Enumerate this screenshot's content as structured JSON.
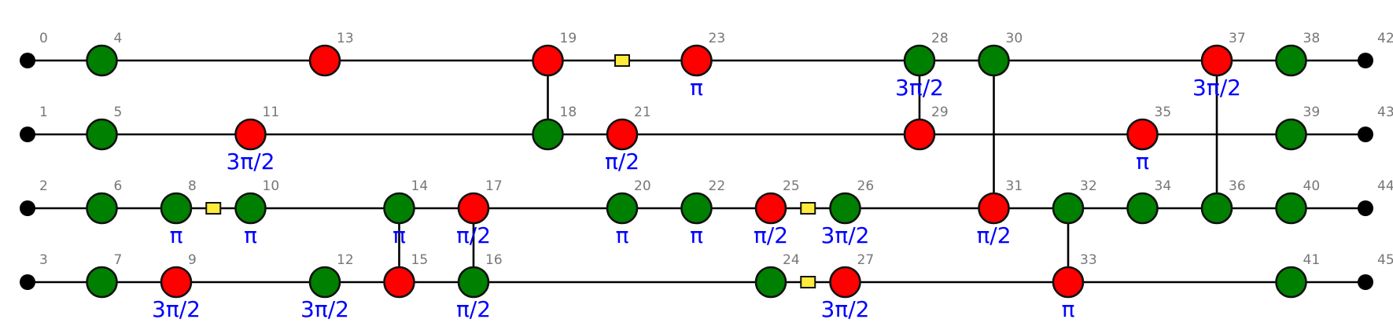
{
  "diagram": {
    "colors": {
      "z_spider": "#008000",
      "x_spider": "#ff0000",
      "h_box": "#ffeb3b",
      "phase_text": "#0000ff",
      "index_text": "#777777",
      "wire": "#000000"
    },
    "qubits": 4,
    "nodes": [
      {
        "id": 0,
        "type": "boundary",
        "qubit": 0,
        "row": 0,
        "label": "0",
        "phase": ""
      },
      {
        "id": 1,
        "type": "boundary",
        "qubit": 1,
        "row": 0,
        "label": "1",
        "phase": ""
      },
      {
        "id": 2,
        "type": "boundary",
        "qubit": 2,
        "row": 0,
        "label": "2",
        "phase": ""
      },
      {
        "id": 3,
        "type": "boundary",
        "qubit": 3,
        "row": 0,
        "label": "3",
        "phase": ""
      },
      {
        "id": 4,
        "type": "Z",
        "qubit": 0,
        "row": 1,
        "label": "4",
        "phase": ""
      },
      {
        "id": 5,
        "type": "Z",
        "qubit": 1,
        "row": 1,
        "label": "5",
        "phase": ""
      },
      {
        "id": 6,
        "type": "Z",
        "qubit": 2,
        "row": 1,
        "label": "6",
        "phase": ""
      },
      {
        "id": 7,
        "type": "Z",
        "qubit": 3,
        "row": 1,
        "label": "7",
        "phase": ""
      },
      {
        "id": 8,
        "type": "Z",
        "qubit": 2,
        "row": 2,
        "label": "8",
        "phase": "π"
      },
      {
        "id": 9,
        "type": "X",
        "qubit": 3,
        "row": 2,
        "label": "9",
        "phase": "3π/2"
      },
      {
        "id": 10,
        "type": "Z",
        "qubit": 2,
        "row": 3,
        "label": "10",
        "phase": "π"
      },
      {
        "id": 11,
        "type": "X",
        "qubit": 1,
        "row": 3,
        "label": "11",
        "phase": "3π/2"
      },
      {
        "id": 12,
        "type": "Z",
        "qubit": 3,
        "row": 4,
        "label": "12",
        "phase": "3π/2"
      },
      {
        "id": 13,
        "type": "X",
        "qubit": 0,
        "row": 4,
        "label": "13",
        "phase": ""
      },
      {
        "id": 14,
        "type": "Z",
        "qubit": 2,
        "row": 5,
        "label": "14",
        "phase": "π"
      },
      {
        "id": 15,
        "type": "X",
        "qubit": 3,
        "row": 5,
        "label": "15",
        "phase": ""
      },
      {
        "id": 16,
        "type": "Z",
        "qubit": 3,
        "row": 6,
        "label": "16",
        "phase": "π/2"
      },
      {
        "id": 17,
        "type": "X",
        "qubit": 2,
        "row": 6,
        "label": "17",
        "phase": "π/2"
      },
      {
        "id": 18,
        "type": "Z",
        "qubit": 1,
        "row": 7,
        "label": "18",
        "phase": ""
      },
      {
        "id": 19,
        "type": "X",
        "qubit": 0,
        "row": 7,
        "label": "19",
        "phase": ""
      },
      {
        "id": 20,
        "type": "Z",
        "qubit": 2,
        "row": 8,
        "label": "20",
        "phase": "π"
      },
      {
        "id": 21,
        "type": "X",
        "qubit": 1,
        "row": 8,
        "label": "21",
        "phase": "π/2"
      },
      {
        "id": 22,
        "type": "Z",
        "qubit": 2,
        "row": 9,
        "label": "22",
        "phase": "π"
      },
      {
        "id": 23,
        "type": "X",
        "qubit": 0,
        "row": 9,
        "label": "23",
        "phase": "π"
      },
      {
        "id": 24,
        "type": "Z",
        "qubit": 3,
        "row": 10,
        "label": "24",
        "phase": ""
      },
      {
        "id": 25,
        "type": "X",
        "qubit": 2,
        "row": 10,
        "label": "25",
        "phase": "π/2"
      },
      {
        "id": 26,
        "type": "Z",
        "qubit": 2,
        "row": 11,
        "label": "26",
        "phase": "3π/2"
      },
      {
        "id": 27,
        "type": "X",
        "qubit": 3,
        "row": 11,
        "label": "27",
        "phase": "3π/2"
      },
      {
        "id": 28,
        "type": "Z",
        "qubit": 0,
        "row": 12,
        "label": "28",
        "phase": "3π/2"
      },
      {
        "id": 29,
        "type": "X",
        "qubit": 1,
        "row": 12,
        "label": "29",
        "phase": ""
      },
      {
        "id": 30,
        "type": "Z",
        "qubit": 0,
        "row": 13,
        "label": "30",
        "phase": ""
      },
      {
        "id": 31,
        "type": "X",
        "qubit": 2,
        "row": 13,
        "label": "31",
        "phase": "π/2"
      },
      {
        "id": 32,
        "type": "Z",
        "qubit": 2,
        "row": 14,
        "label": "32",
        "phase": ""
      },
      {
        "id": 33,
        "type": "X",
        "qubit": 3,
        "row": 14,
        "label": "33",
        "phase": "π"
      },
      {
        "id": 34,
        "type": "Z",
        "qubit": 2,
        "row": 15,
        "label": "34",
        "phase": ""
      },
      {
        "id": 35,
        "type": "X",
        "qubit": 1,
        "row": 15,
        "label": "35",
        "phase": "π"
      },
      {
        "id": 36,
        "type": "Z",
        "qubit": 2,
        "row": 16,
        "label": "36",
        "phase": ""
      },
      {
        "id": 37,
        "type": "X",
        "qubit": 0,
        "row": 16,
        "label": "37",
        "phase": "3π/2"
      },
      {
        "id": 38,
        "type": "Z",
        "qubit": 0,
        "row": 17,
        "label": "38",
        "phase": ""
      },
      {
        "id": 39,
        "type": "Z",
        "qubit": 1,
        "row": 17,
        "label": "39",
        "phase": ""
      },
      {
        "id": 40,
        "type": "Z",
        "qubit": 2,
        "row": 17,
        "label": "40",
        "phase": ""
      },
      {
        "id": 41,
        "type": "Z",
        "qubit": 3,
        "row": 17,
        "label": "41",
        "phase": ""
      },
      {
        "id": 42,
        "type": "boundary",
        "qubit": 0,
        "row": 18,
        "label": "42",
        "phase": ""
      },
      {
        "id": 43,
        "type": "boundary",
        "qubit": 1,
        "row": 18,
        "label": "43",
        "phase": ""
      },
      {
        "id": 44,
        "type": "boundary",
        "qubit": 2,
        "row": 18,
        "label": "44",
        "phase": ""
      },
      {
        "id": 45,
        "type": "boundary",
        "qubit": 3,
        "row": 18,
        "label": "45",
        "phase": ""
      }
    ],
    "qubit_wires": [
      [
        0,
        4,
        13,
        19,
        23,
        28,
        30,
        37,
        38,
        42
      ],
      [
        1,
        5,
        11,
        18,
        21,
        29,
        35,
        39,
        43
      ],
      [
        2,
        6,
        8,
        10,
        14,
        17,
        20,
        22,
        25,
        26,
        31,
        32,
        34,
        36,
        40,
        44
      ],
      [
        3,
        7,
        9,
        12,
        15,
        16,
        24,
        27,
        33,
        41,
        45
      ]
    ],
    "vertical_edges": [
      [
        19,
        18
      ],
      [
        28,
        29
      ],
      [
        30,
        31
      ],
      [
        37,
        36
      ],
      [
        14,
        15
      ],
      [
        17,
        16
      ],
      [
        32,
        33
      ]
    ],
    "hadamard_edges": [
      [
        19,
        23
      ],
      [
        8,
        10
      ],
      [
        25,
        26
      ],
      [
        24,
        27
      ]
    ]
  }
}
